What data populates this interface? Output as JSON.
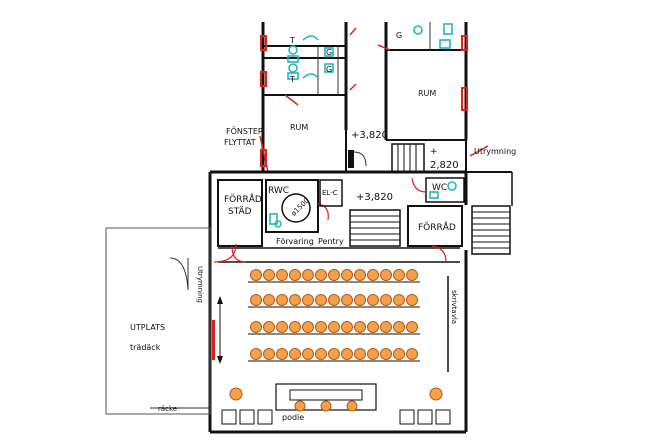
{
  "labels": {
    "rum_left": "RUM",
    "rum_right": "RUM",
    "t1": "T",
    "t2": "T",
    "g1": "G",
    "g2": "G",
    "g3": "G",
    "fonster_1": "FÖNSTER",
    "fonster_2": "FLYTTAT",
    "elev_3820_a": "+3,820",
    "elev_plus": "+",
    "elev_2820": "2,820",
    "utrymning_right": "Utrymning",
    "forrad_stad_1": "FÖRRÅD",
    "forrad_stad_2": "STÄD",
    "rwc": "RWC",
    "circle_dim": "ø1500",
    "el_c": "EL-C",
    "elev_3820_b": "+3,820",
    "wc": "WC",
    "forrad_right": "FÖRRÅD",
    "forvaring": "Förvaring",
    "pentry": "Pentry",
    "utrymning_left": "Utrymning",
    "skrivtavla": "skrivtavla",
    "utplats": "UTPLATS",
    "tradack": "trädäck",
    "racke": "räcke",
    "podie": "podie"
  },
  "seating": {
    "rows": 4,
    "chairs_per_row": 13,
    "chair_color": "#f5a04a",
    "chair_outline": "#b85a10"
  },
  "colors": {
    "wall": "#111111",
    "door": "#e0201b",
    "fixture": "#20b6c8"
  }
}
